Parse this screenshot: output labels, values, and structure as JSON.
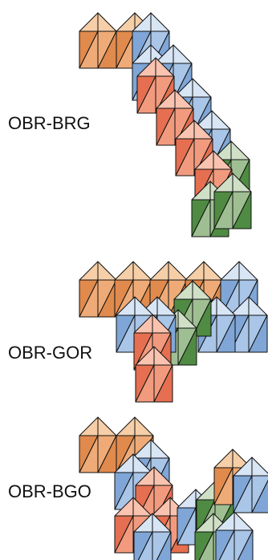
{
  "figure": {
    "structures": [
      {
        "label": "OBR-BRG"
      },
      {
        "label": "OBR-GOR"
      },
      {
        "label": "OBR-BGO"
      }
    ]
  },
  "colors": {
    "orange_light": "#f6cfa8",
    "orange_mid": "#efab77",
    "orange_dark": "#e08a4d",
    "blue_light": "#d7e5f5",
    "blue_mid": "#a9c5e7",
    "blue_dark": "#7fa6d6",
    "salmon_light": "#f9c3b0",
    "salmon_mid": "#f29a7e",
    "salmon_dark": "#e56f50",
    "green_light": "#cfe0c7",
    "green_mid": "#9fbf93",
    "green_dark": "#4f8b42"
  }
}
